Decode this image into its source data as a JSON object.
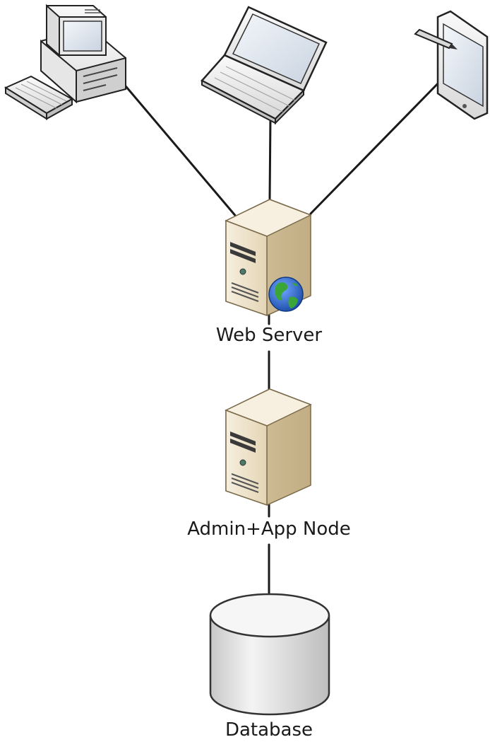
{
  "nodes": {
    "desktop": {
      "icon": "desktop-computer-icon"
    },
    "laptop": {
      "icon": "laptop-icon"
    },
    "tablet": {
      "icon": "tablet-with-stylus-icon"
    },
    "web_server": {
      "label": "Web Server",
      "icon": "server-with-globe-icon"
    },
    "app_node": {
      "label": "Admin+App Node",
      "icon": "server-tower-icon"
    },
    "database": {
      "label": "Database",
      "icon": "database-cylinder-icon"
    }
  },
  "connections": [
    {
      "from": "desktop",
      "to": "web_server"
    },
    {
      "from": "laptop",
      "to": "web_server"
    },
    {
      "from": "tablet",
      "to": "web_server"
    },
    {
      "from": "web_server",
      "to": "app_node"
    },
    {
      "from": "app_node",
      "to": "database"
    }
  ],
  "colors": {
    "line": "#1a1a1a",
    "server_body": "#e9dcc2",
    "server_shade": "#c9b48f",
    "device_body": "#f2f2f2",
    "screen": "#dfe6f0",
    "globe_ocean": "#2a62c9",
    "globe_land": "#3aa63a",
    "database_body": "#dcdcdc"
  }
}
